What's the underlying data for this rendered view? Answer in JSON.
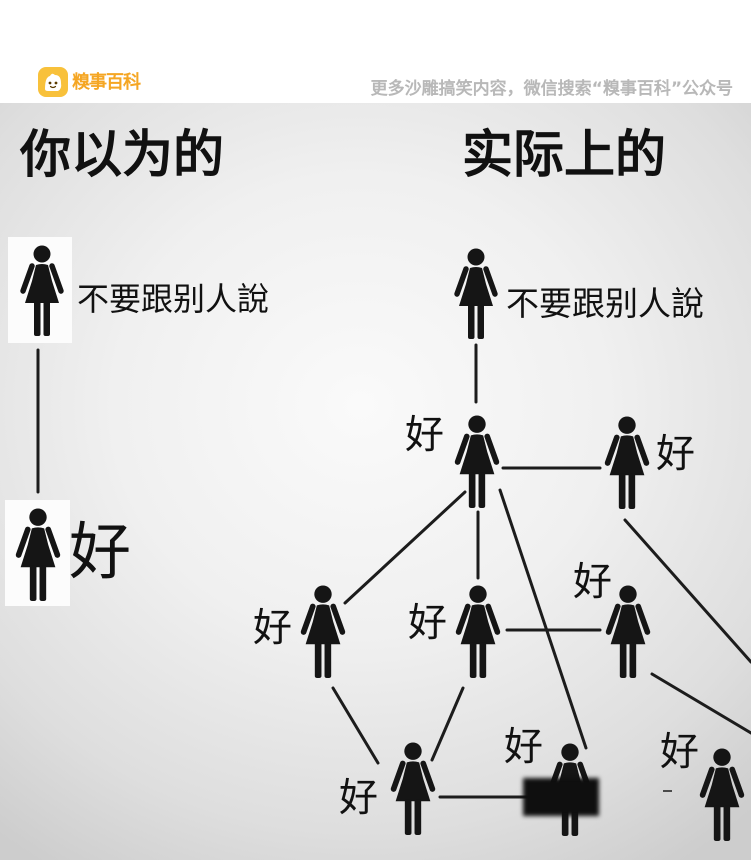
{
  "header": {
    "logo_text": "糗事百科",
    "logo_icon": "smiley-logo-icon",
    "brand_color": "#f5a623",
    "tagline": "更多沙雕搞笑内容，微信搜索“糗事百科”公众号"
  },
  "left_panel": {
    "title": "你以为的",
    "nodes": [
      {
        "label": "不要跟别人說",
        "icon": "woman-icon"
      },
      {
        "label": "好",
        "icon": "woman-icon"
      }
    ]
  },
  "right_panel": {
    "title": "实际上的",
    "nodes": [
      {
        "label": "不要跟别人說",
        "icon": "woman-icon"
      },
      {
        "label": "好",
        "icon": "woman-icon"
      },
      {
        "label": "好",
        "icon": "woman-icon"
      },
      {
        "label": "好",
        "icon": "woman-icon"
      },
      {
        "label": "好",
        "icon": "woman-icon"
      },
      {
        "label": "好",
        "icon": "woman-icon"
      },
      {
        "label": "好",
        "icon": "woman-icon"
      },
      {
        "label": "好",
        "icon": "woman-icon"
      },
      {
        "label": "好",
        "icon": "woman-icon"
      }
    ]
  }
}
